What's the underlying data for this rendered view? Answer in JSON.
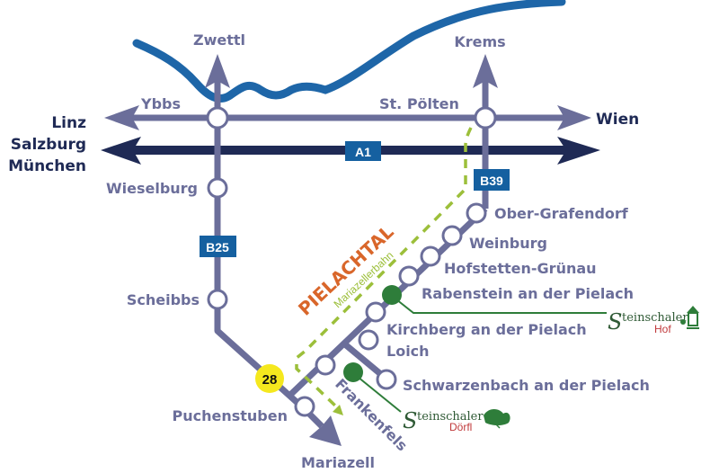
{
  "colors": {
    "river": "#1e66a8",
    "road": "#6b6e9a",
    "motorway": "#1f2a55",
    "badge": "#1560a0",
    "railway": "#9cbf3a",
    "highlight": "#d9662a",
    "hotel": "#2e7d3a",
    "route_badge": "#f5e81e"
  },
  "destinations": {
    "zwettl": "Zwettl",
    "krems": "Krems",
    "wien": "Wien",
    "linz": "Linz",
    "salzburg": "Salzburg",
    "muenchen": "München",
    "mariazell": "Mariazell"
  },
  "towns": {
    "ybbs": "Ybbs",
    "st_poelten": "St. Pölten",
    "wieselburg": "Wieselburg",
    "scheibbs": "Scheibbs",
    "puchenstuben": "Puchenstuben",
    "ober_grafendorf": "Ober-Grafendorf",
    "weinburg": "Weinburg",
    "hofstetten": "Hofstetten-Grünau",
    "rabenstein": "Rabenstein an der Pielach",
    "kirchberg": "Kirchberg an der Pielach",
    "loich": "Loich",
    "schwarzenbach": "Schwarzenbach an der Pielach",
    "frankenfels": "Frankenfels"
  },
  "roads": {
    "a1": "A1",
    "b25": "B25",
    "b39": "B39",
    "route28": "28"
  },
  "region": {
    "title": "PIELACHTAL",
    "railway": "Mariazellerbahn"
  },
  "hotels": [
    {
      "name": "Steinschaler",
      "initial": "S",
      "rest": "teinschaler",
      "sub": "Hof"
    },
    {
      "name": "Steinschaler",
      "initial": "S",
      "rest": "teinschaler",
      "sub": "Dörfl"
    }
  ]
}
